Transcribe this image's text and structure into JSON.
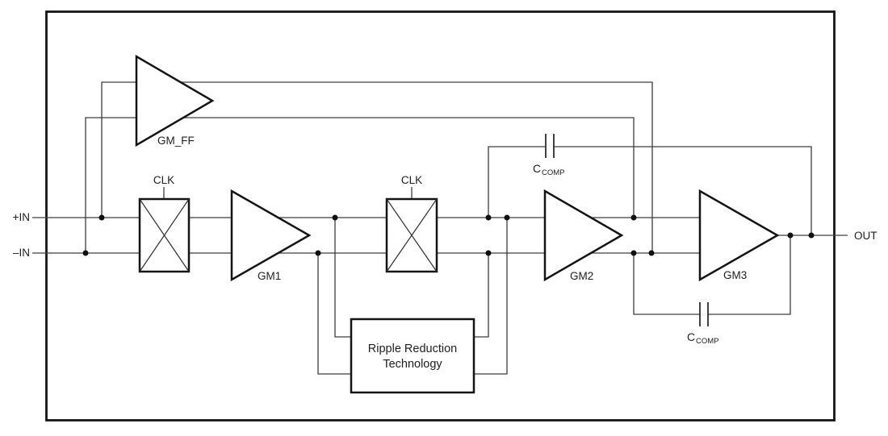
{
  "diagram": {
    "colors": {
      "background": "#ffffff",
      "thin_line": "#3d3d3d",
      "bold_line": "#141414",
      "text": "#212121"
    },
    "ports": {
      "in_plus": "+IN",
      "in_minus": "–IN",
      "out": "OUT"
    },
    "amplifiers": {
      "gm_ff": "GM_FF",
      "gm1": "GM1",
      "gm2": "GM2",
      "gm3": "GM3"
    },
    "choppers": {
      "clk1": "CLK",
      "clk2": "CLK"
    },
    "capacitors": {
      "top": {
        "main": "C",
        "sub": "COMP"
      },
      "bottom": {
        "main": "C",
        "sub": "COMP"
      }
    },
    "ripple_box": {
      "line1": "Ripple Reduction",
      "line2": "Technology"
    }
  }
}
